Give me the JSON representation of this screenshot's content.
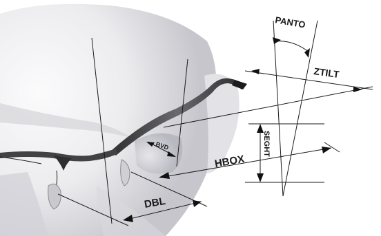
{
  "labels": {
    "panto": "PANTO",
    "ztilt": "ZTILT",
    "bvd": "BVD",
    "seght": "SEGHT",
    "hbox": "HBOX",
    "dbl": "DBL"
  },
  "colors": {
    "skin_light": "#f4f4f6",
    "skin_shadow": "#c9c9cf",
    "frame": "#3a3a3c",
    "line": "#1a1a1a"
  }
}
